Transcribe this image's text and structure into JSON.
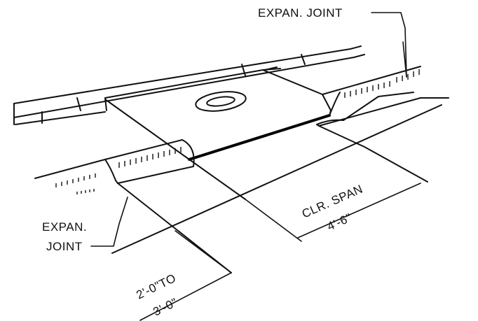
{
  "labels": {
    "expan_joint_top": "EXPAN. JOINT",
    "expan_joint_left_line1": "EXPAN.",
    "expan_joint_left_line2": "JOINT",
    "clr_span": "CLR. SPAN",
    "clr_span_value": "4'-6\"",
    "range_top": "2'-0\"TO",
    "range_bottom": "3'-0\""
  }
}
